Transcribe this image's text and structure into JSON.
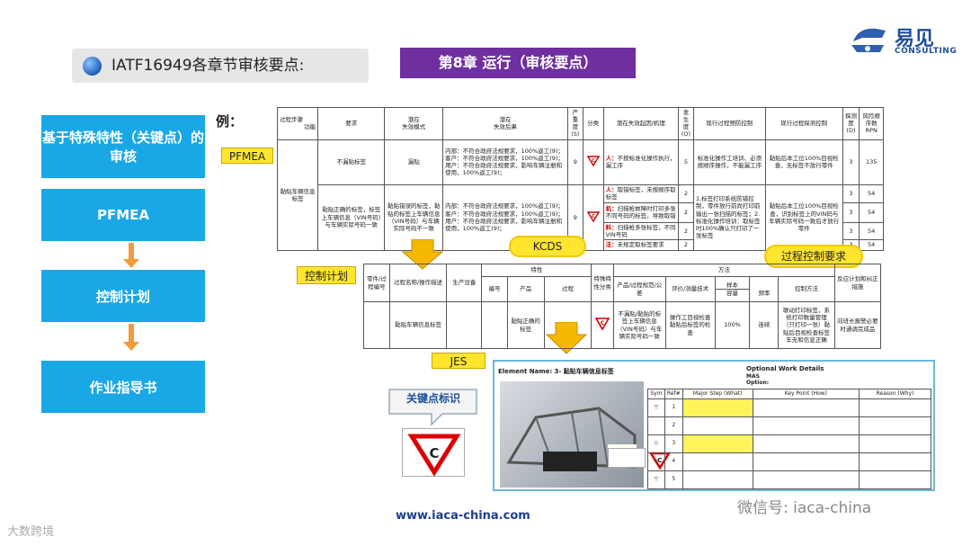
{
  "header": {
    "title": "IATF16949各章节审核要点:",
    "chapter": "第8章  运行（审核要点）"
  },
  "logo": {
    "cn": "易见",
    "en": "CONSULTING"
  },
  "flow": {
    "items": [
      "基于特殊特性（关键点）的审核",
      "PFMEA",
      "控制计划",
      "作业指导书"
    ]
  },
  "example_label": "例：",
  "tags": {
    "pfmea": "PFMEA",
    "control_plan": "控制计划",
    "jes": "JES",
    "kcds": "KCDS",
    "process_control": "过程控制要求",
    "key_point_mark": "关键点标识"
  },
  "fmea": {
    "h": {
      "process_step": "过程步骤",
      "function": "功能",
      "requirement": "要求",
      "failure_mode": "潜在\n失效模式",
      "effects": "潜在\n失效后果",
      "severity": "严重度(S)",
      "class": "分类",
      "cause": "潜在失效起因/机理",
      "occurrence": "发生度(O)",
      "prevention": "现行过程预防控制",
      "detection_ctrl": "现行过程探测控制",
      "detection": "探测度(D)",
      "rpn": "风险顺序数RPN"
    },
    "step": "黏贴车辆信息标签",
    "r1": {
      "req": "不漏贴标签",
      "mode": "漏贴",
      "eff": "内部：不符合政府法规要求，100%返工(9)；客户：不符合政府法规要求，100%返工(9)；用户：不符合政府法规要求，影响车辆注册和使用，100%返工(9)；",
      "sev": "9",
      "cause_lbl": "人：",
      "cause": "不按标准化操作执行，漏工序",
      "occ": "5",
      "prev": "标准化操作工培训、必须按顺序操作，不能漏工序",
      "det": "黏贴后本工位100%目视检查，无标签不放行零件",
      "d": "3",
      "rpn": "135"
    },
    "r2": {
      "req": "黏贴正确的标签，标签上车辆信息（VIN号码）与车辆实际号码一致",
      "mode": "黏贴错误的标签，黏贴的标签上车辆信息（VIN号码）与车辆实际号码不一致",
      "eff": "内部：不符合政府法规要求，100%返工(9)；客户：不符合政府法规要求，100%返工(9)；用户：不符合政府法规要求，影响车辆注册和使用，100%返工(9)；",
      "sev": "9",
      "causes": [
        {
          "lbl": "人：",
          "t": "取错标签，未按顺序取标签",
          "o": "2"
        },
        {
          "lbl": "机：",
          "t": "扫描枪故障时打印多张不同号码的标签，导致取错",
          "o": "2"
        },
        {
          "lbl": "料：",
          "t": "扫描枪多张标签，不同VIN号码",
          "o": "2"
        },
        {
          "lbl": "法：",
          "t": "未规定取标签要求",
          "o": "2"
        }
      ],
      "prev": "1.标签打印系统防错控制，零件放行前尚打印前输出一张扫描的标签；2.标准化操作培训：取标签时100%确认只打印了一张标签",
      "det": "黏贴后本工位100%目视检查，识别标签上的VIN码与车辆实际号码一致后才放行零件",
      "d": "3",
      "rpn": "54"
    }
  },
  "cp": {
    "h": {
      "part_no": "零件/过程编号",
      "process": "过程名称/操作描述",
      "equipment": "生产设备",
      "characteristics": "特性",
      "no": "编号",
      "product": "产品",
      "proc": "过程",
      "special": "特殊特性分类",
      "spec": "产品/过程规范/公差",
      "measure": "评价/测量技术",
      "method": "方法",
      "sample": "样本",
      "size": "容量",
      "freq": "频率",
      "control": "控制方法",
      "reaction": "反应计划和纠正措施"
    },
    "row": {
      "process": "黏贴车辆信息标签",
      "product": "黏贴正确的标签",
      "spec": "不漏贴/黏贴的标签上车辆信息（VIN号码）与车辆实际号码一致",
      "measure": "操作工目视检查黏贴后标签的检查",
      "size": "100%",
      "freq": "连续",
      "control": "联动打印标签，系统打印数量管理（只打印一张）黏贴后目视检查标签车无和信息正确",
      "reaction": "向班长报警必要时通调完成品"
    }
  },
  "jes": {
    "title": "Element Name: 3- 黏贴车辆信息标签",
    "optional": "Optional Work Details",
    "mas": "MAS",
    "option": "Option:",
    "cols": [
      "Sym",
      "Ref#",
      "Major Step (What)",
      "Key Point (How)",
      "Reason (Why)"
    ],
    "refs": [
      "1",
      "2",
      "3",
      "4",
      "5"
    ]
  },
  "footer": {
    "url": "www.iaca-china.com",
    "wechat": "微信号: iaca-china",
    "watermark": "大数跨境"
  },
  "mark_letter": "C",
  "colors": {
    "purple": "#6f2fa0",
    "blue": "#1aa7e6",
    "yellow": "#ffe52e",
    "orange": "#f39a3b",
    "red": "#c00000"
  }
}
